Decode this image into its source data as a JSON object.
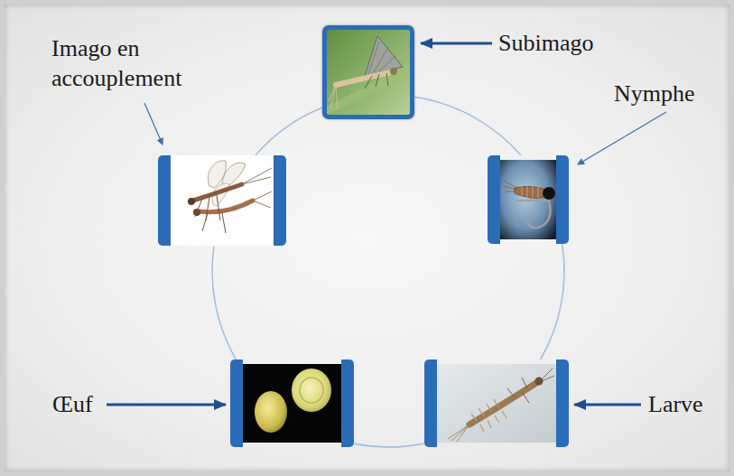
{
  "diagram": {
    "nodes": [
      {
        "text": [
          "Imago en accouplement"
        ]
      },
      {
        "text": [
          "Subimago"
        ]
      },
      {
        "text": [
          "Nymphe"
        ]
      },
      {
        "text": [
          "Œuf"
        ]
      },
      {
        "text": [
          "Larve"
        ]
      }
    ],
    "edges": [
      {
        "from": 1,
        "to": 2,
        "arrow": "none"
      },
      {
        "from": 2,
        "to": 4,
        "arrow": "none"
      },
      {
        "from": 4,
        "to": 3,
        "arrow": "none"
      },
      {
        "from": 3,
        "to": 0,
        "arrow": "none"
      },
      {
        "from": 0,
        "to": 1,
        "arrow": "none"
      }
    ]
  }
}
